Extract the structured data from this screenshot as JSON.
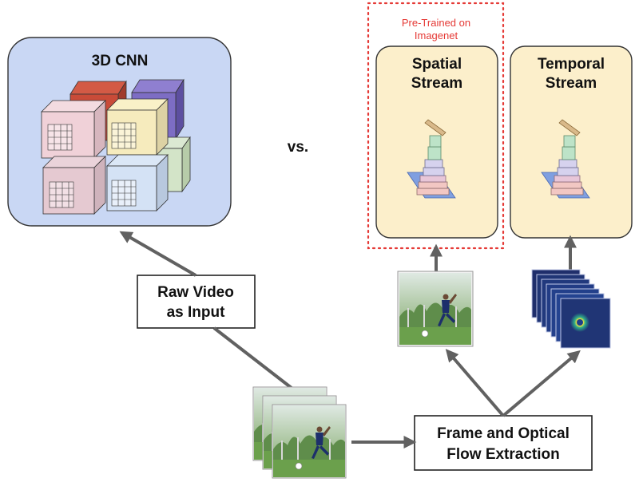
{
  "cnn_panel": {
    "title": "3D CNN"
  },
  "vs_label": "vs.",
  "pretrained_label": {
    "line1": "Pre-Trained on",
    "line2": "Imagenet"
  },
  "spatial_panel": {
    "line1": "Spatial",
    "line2": "Stream"
  },
  "temporal_panel": {
    "line1": "Temporal",
    "line2": "Stream"
  },
  "raw_video_box": {
    "line1": "Raw Video",
    "line2": "as Input"
  },
  "extraction_box": {
    "line1": "Frame and Optical",
    "line2": "Flow Extraction"
  },
  "colors": {
    "cnn_panel_fill": "#c9d7f4",
    "stream_panel_fill": "#fcefcb",
    "pretrained_border": "#e53935",
    "pretrained_text": "#e53935",
    "arrow": "#616161"
  }
}
